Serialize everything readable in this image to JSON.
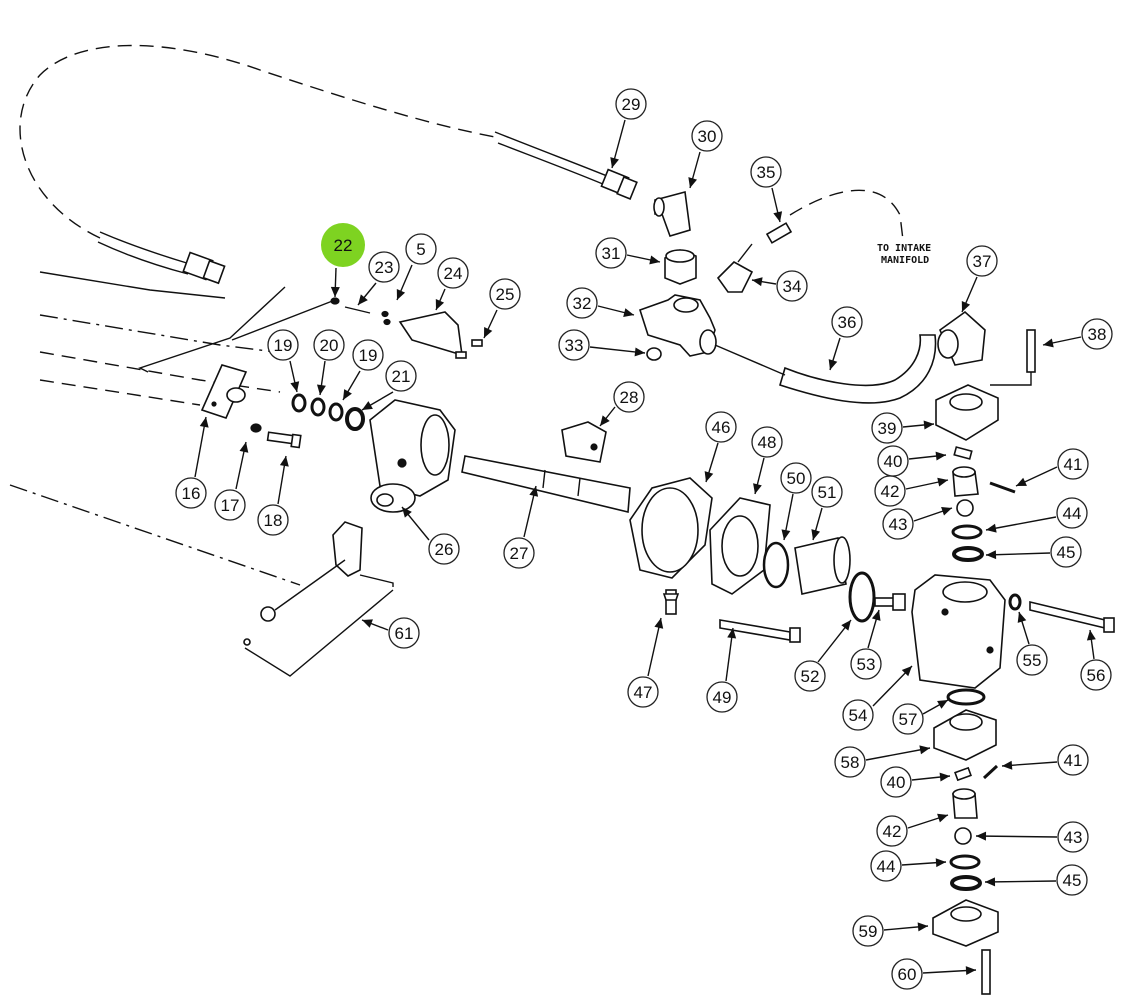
{
  "highlight_color": "#7ed321",
  "highlighted_callout": "22",
  "annotation": {
    "line1": "TO INTAKE",
    "line2": "MANIFOLD"
  },
  "callouts": [
    {
      "id": "c22",
      "label": "22"
    },
    {
      "id": "c23",
      "label": "23"
    },
    {
      "id": "c5",
      "label": "5"
    },
    {
      "id": "c24",
      "label": "24"
    },
    {
      "id": "c25",
      "label": "25"
    },
    {
      "id": "c19a",
      "label": "19"
    },
    {
      "id": "c20",
      "label": "20"
    },
    {
      "id": "c19b",
      "label": "19"
    },
    {
      "id": "c21",
      "label": "21"
    },
    {
      "id": "c16",
      "label": "16"
    },
    {
      "id": "c17",
      "label": "17"
    },
    {
      "id": "c18",
      "label": "18"
    },
    {
      "id": "c26",
      "label": "26"
    },
    {
      "id": "c27",
      "label": "27"
    },
    {
      "id": "c28",
      "label": "28"
    },
    {
      "id": "c29",
      "label": "29"
    },
    {
      "id": "c30",
      "label": "30"
    },
    {
      "id": "c31",
      "label": "31"
    },
    {
      "id": "c32",
      "label": "32"
    },
    {
      "id": "c33",
      "label": "33"
    },
    {
      "id": "c34",
      "label": "34"
    },
    {
      "id": "c35",
      "label": "35"
    },
    {
      "id": "c36",
      "label": "36"
    },
    {
      "id": "c37",
      "label": "37"
    },
    {
      "id": "c38",
      "label": "38"
    },
    {
      "id": "c39",
      "label": "39"
    },
    {
      "id": "c40a",
      "label": "40"
    },
    {
      "id": "c41a",
      "label": "41"
    },
    {
      "id": "c42a",
      "label": "42"
    },
    {
      "id": "c43a",
      "label": "43"
    },
    {
      "id": "c44a",
      "label": "44"
    },
    {
      "id": "c45a",
      "label": "45"
    },
    {
      "id": "c46",
      "label": "46"
    },
    {
      "id": "c48",
      "label": "48"
    },
    {
      "id": "c50",
      "label": "50"
    },
    {
      "id": "c51",
      "label": "51"
    },
    {
      "id": "c47",
      "label": "47"
    },
    {
      "id": "c49",
      "label": "49"
    },
    {
      "id": "c52",
      "label": "52"
    },
    {
      "id": "c53",
      "label": "53"
    },
    {
      "id": "c54",
      "label": "54"
    },
    {
      "id": "c55",
      "label": "55"
    },
    {
      "id": "c56",
      "label": "56"
    },
    {
      "id": "c57",
      "label": "57"
    },
    {
      "id": "c58",
      "label": "58"
    },
    {
      "id": "c40b",
      "label": "40"
    },
    {
      "id": "c41b",
      "label": "41"
    },
    {
      "id": "c42b",
      "label": "42"
    },
    {
      "id": "c43b",
      "label": "43"
    },
    {
      "id": "c44b",
      "label": "44"
    },
    {
      "id": "c45b",
      "label": "45"
    },
    {
      "id": "c59",
      "label": "59"
    },
    {
      "id": "c60",
      "label": "60"
    },
    {
      "id": "c61",
      "label": "61"
    }
  ]
}
